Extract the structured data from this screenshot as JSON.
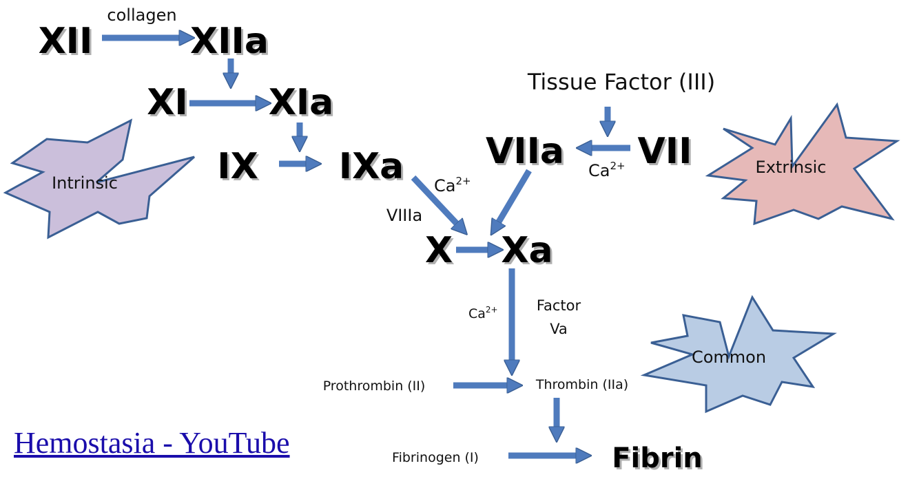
{
  "factors": {
    "xii": "XII",
    "xiia": "XIIa",
    "xi": "XI",
    "xia": "XIa",
    "ix": "IX",
    "ixa": "IXa",
    "viia": "VIIa",
    "vii": "VII",
    "x": "X",
    "xa": "Xa",
    "fibrin": "Fibrin"
  },
  "labels": {
    "collagen": "collagen",
    "tissue_factor": "Tissue Factor (III)",
    "ca_1": "Ca",
    "ca_2": "Ca",
    "ca_3": "Ca",
    "ca_superscript": "2+",
    "viiia": "VIIIa",
    "factor": "Factor",
    "va": "Va",
    "prothrombin": "Prothrombin (II)",
    "thrombin": "Thrombin (IIa)",
    "fibrinogen": "Fibrinogen (I)"
  },
  "pathways": {
    "intrinsic": {
      "label": "Intrinsic",
      "color": "#cbbfdb"
    },
    "extrinsic": {
      "label": "Extrinsic",
      "color": "#e6b9b8"
    },
    "common": {
      "label": "Common",
      "color": "#b9cce4"
    }
  },
  "arrow_color": "#4f7bbd",
  "arrow_stroke": "#3a5f94",
  "caption": {
    "text": "Hemostasia - YouTube"
  }
}
